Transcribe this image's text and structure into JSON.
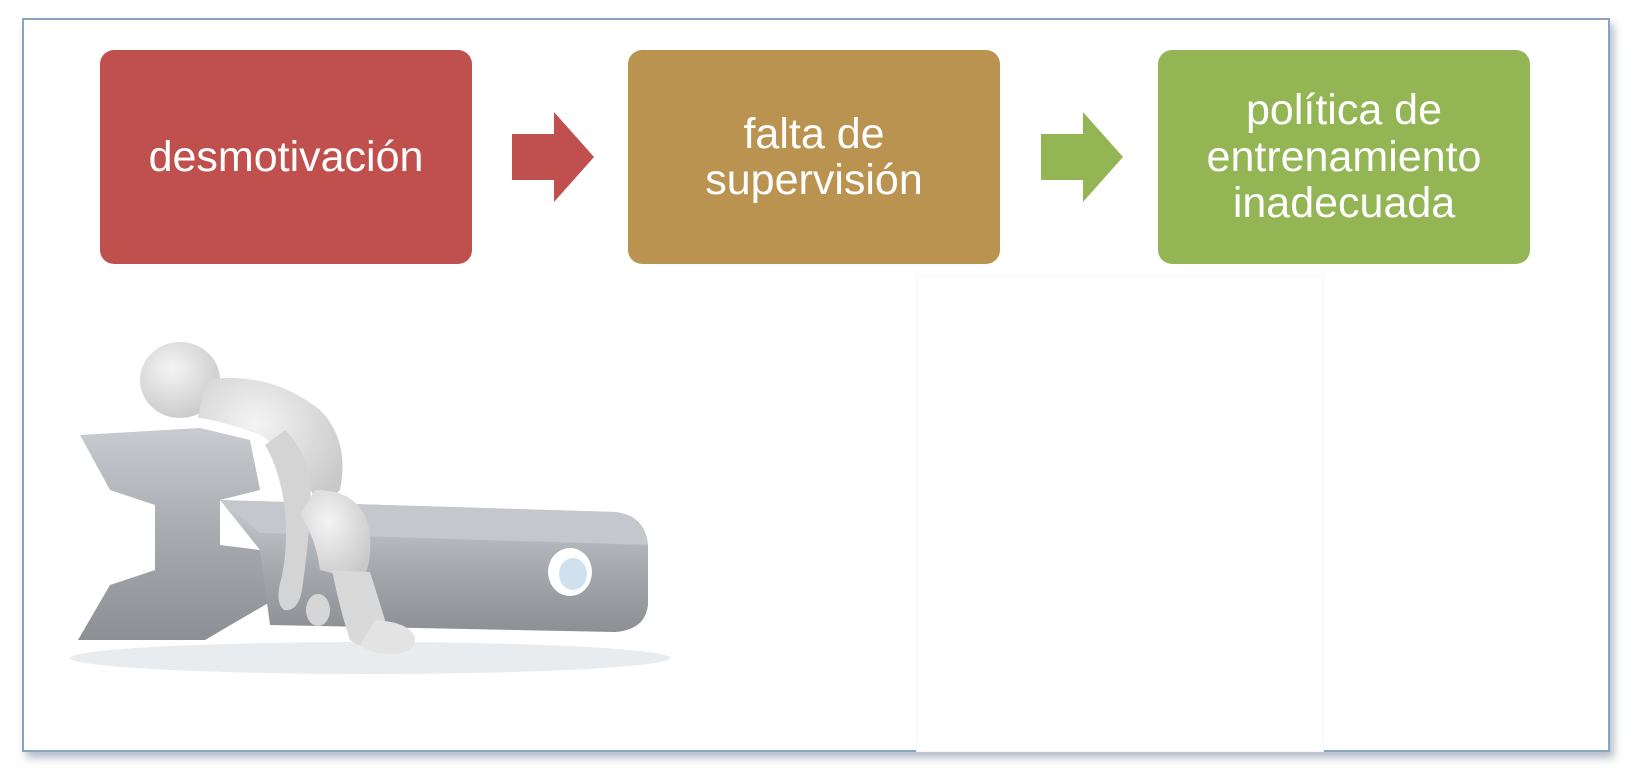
{
  "diagram": {
    "steps": [
      {
        "lines": [
          "desmotivación"
        ],
        "color": "#c0504d"
      },
      {
        "lines": [
          "falta de",
          "supervisión"
        ],
        "color": "#bb9350"
      },
      {
        "lines": [
          "política de",
          "entrenamiento",
          "inadecuada"
        ],
        "color": "#93b553"
      }
    ],
    "arrows": [
      {
        "color": "#c0504d"
      },
      {
        "color": "#93b553"
      }
    ]
  },
  "illustration": {
    "icon": "tired-figure-on-wrench-icon",
    "description_colors": {
      "figure": "#e2e2e2",
      "wrench": "#a6a9ad"
    }
  }
}
